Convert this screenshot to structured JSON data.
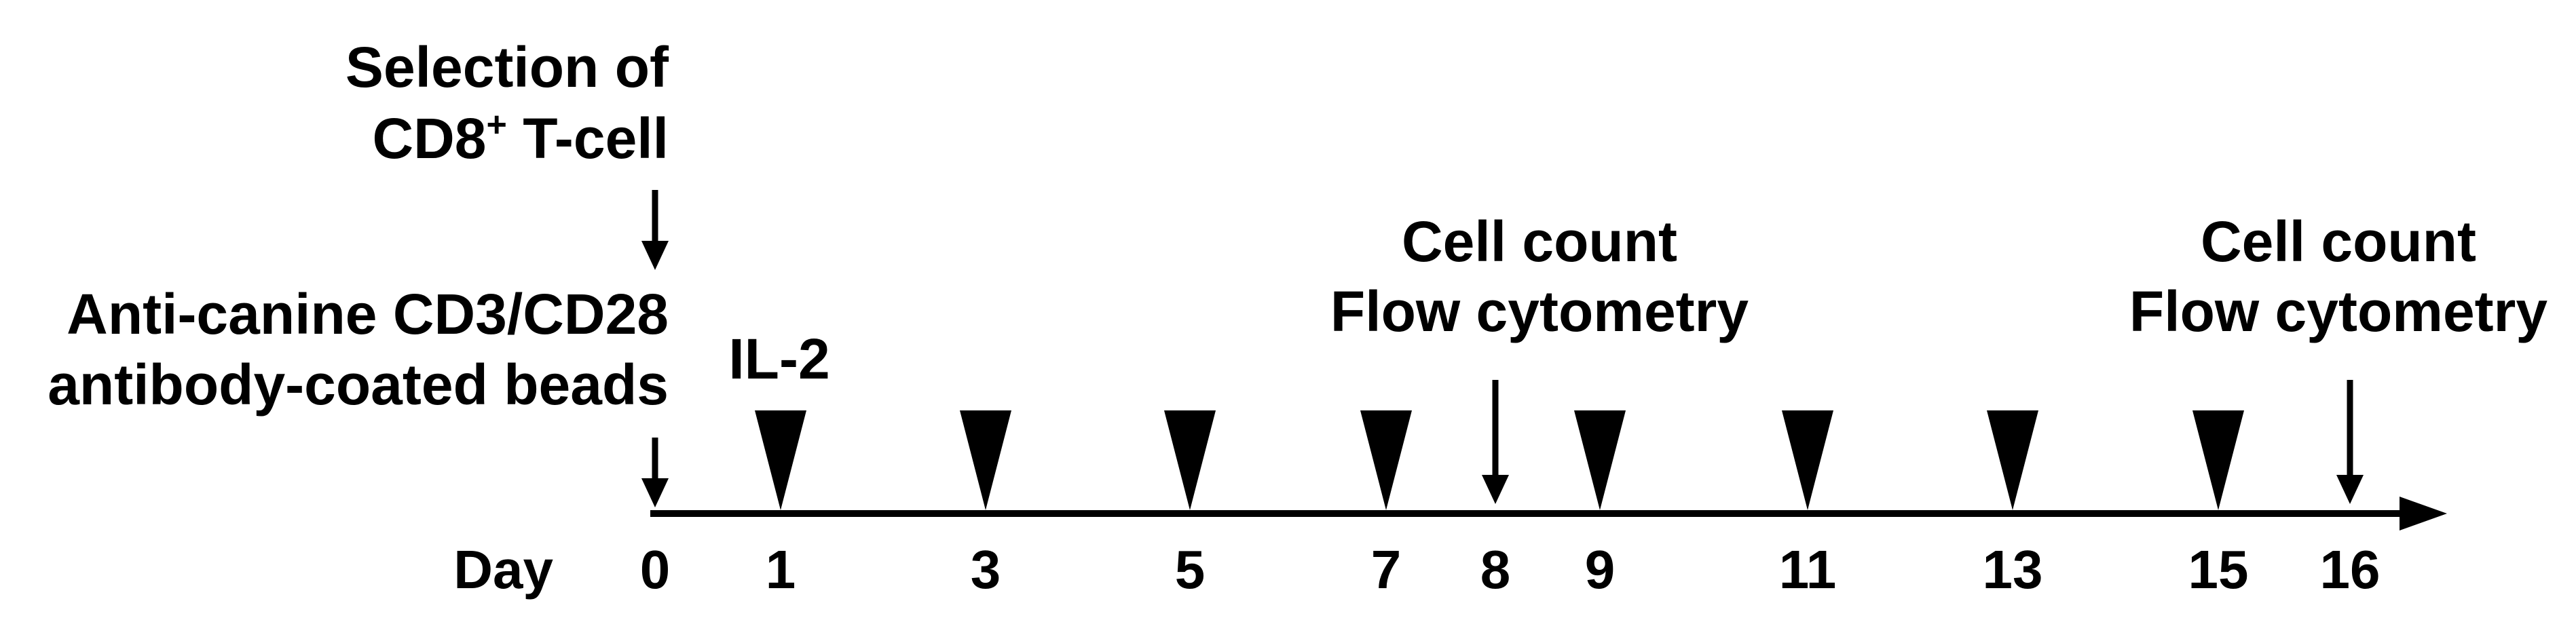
{
  "selection": {
    "line1": "Selection of",
    "line2_prefix": "CD8",
    "line2_superscript": "+",
    "line2_suffix": " T-cell"
  },
  "beads": {
    "line1": "Anti-canine CD3/CD28",
    "line2": "antibody-coated beads"
  },
  "il2_label": "IL-2",
  "analysis_labels": [
    {
      "line1": "Cell count",
      "line2": "Flow cytometry"
    },
    {
      "line1": "Cell count",
      "line2": "Flow cytometry"
    }
  ],
  "day_label": "Day",
  "days": [
    "0",
    "1",
    "3",
    "5",
    "7",
    "8",
    "9",
    "11",
    "13",
    "15",
    "16"
  ],
  "il2_days": [
    "1",
    "3",
    "5",
    "7",
    "9",
    "11",
    "13",
    "15"
  ],
  "analysis_days": [
    "8",
    "16"
  ],
  "colors": {
    "ink": "#000000",
    "background": "#ffffff"
  }
}
